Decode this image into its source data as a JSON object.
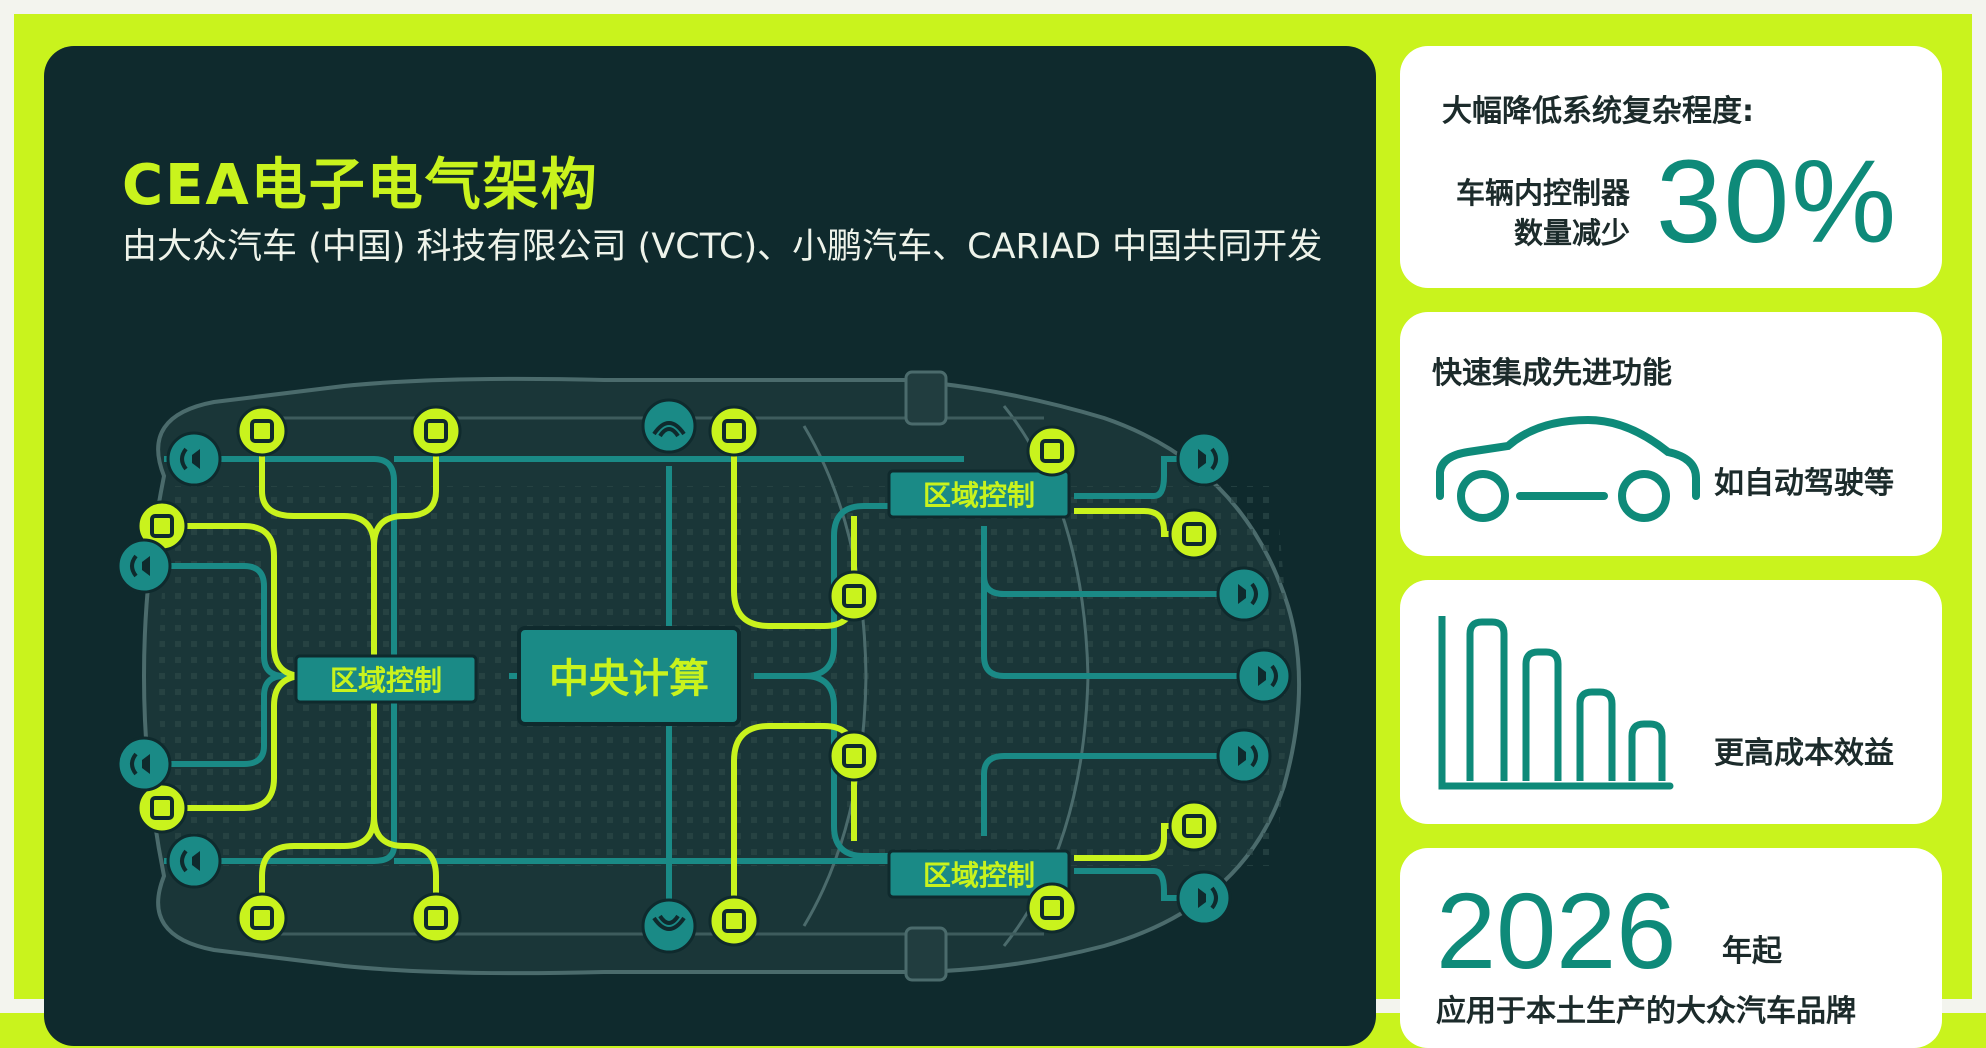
{
  "main_panel": {
    "title": "CEA电子电气架构",
    "subtitle": "由大众汽车 (中国) 科技有限公司 (VCTC)、小鹏汽车、CARIAD 中国共同开发"
  },
  "diagram": {
    "central_node": "中央计算",
    "zone_nodes": [
      "区域控制",
      "区域控制",
      "区域控制"
    ]
  },
  "cards": {
    "complexity": {
      "heading": "大幅降低系统复杂程度:",
      "label_line1": "车辆内控制器",
      "label_line2": "数量减少",
      "value": "30%"
    },
    "features": {
      "heading": "快速集成先进功能",
      "caption": "如自动驾驶等"
    },
    "cost": {
      "caption": "更高成本效益"
    },
    "launch": {
      "year": "2026",
      "unit": "年起",
      "description": "应用于本土生产的大众汽车品牌"
    }
  },
  "colors": {
    "background": "#c9f31d",
    "panel": "#0f2a2d",
    "accent_lime": "#c9f31d",
    "accent_teal": "#1a8a86",
    "value_teal": "#0e8a79"
  },
  "icons": [
    "chip-icon",
    "speaker-icon",
    "antenna-icon",
    "car-icon",
    "bar-chart-icon"
  ]
}
